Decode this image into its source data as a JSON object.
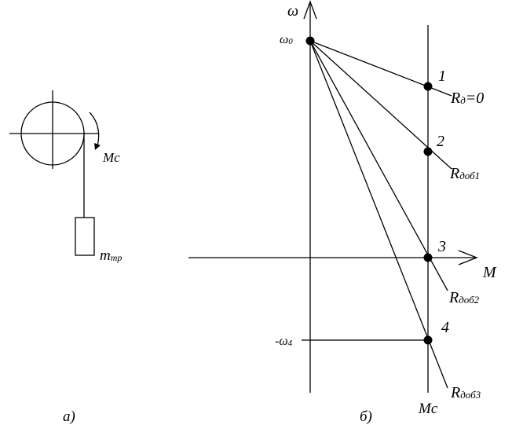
{
  "panel_a": {
    "moment_label": "Mc",
    "mass_label": "m",
    "mass_subscript": "тр",
    "caption": "а)"
  },
  "panel_b": {
    "y_axis_label": "ω",
    "x_axis_label": "M",
    "omega0_label": "ω",
    "omega0_subscript": "0",
    "omega4_label": "-ω",
    "omega4_subscript": "4",
    "mc_label": "Mc",
    "caption": "б)",
    "points": [
      {
        "number": "1",
        "line_label": "R",
        "line_sub": "д",
        "line_suffix": "=0"
      },
      {
        "number": "2",
        "line_label": "R",
        "line_sub": "доб1",
        "line_suffix": ""
      },
      {
        "number": "3",
        "line_label": "R",
        "line_sub": "доб2",
        "line_suffix": ""
      },
      {
        "number": "4",
        "line_label": "R",
        "line_sub": "доб3",
        "line_suffix": ""
      }
    ]
  },
  "colors": {
    "ink": "#000000",
    "background": "#ffffff"
  }
}
